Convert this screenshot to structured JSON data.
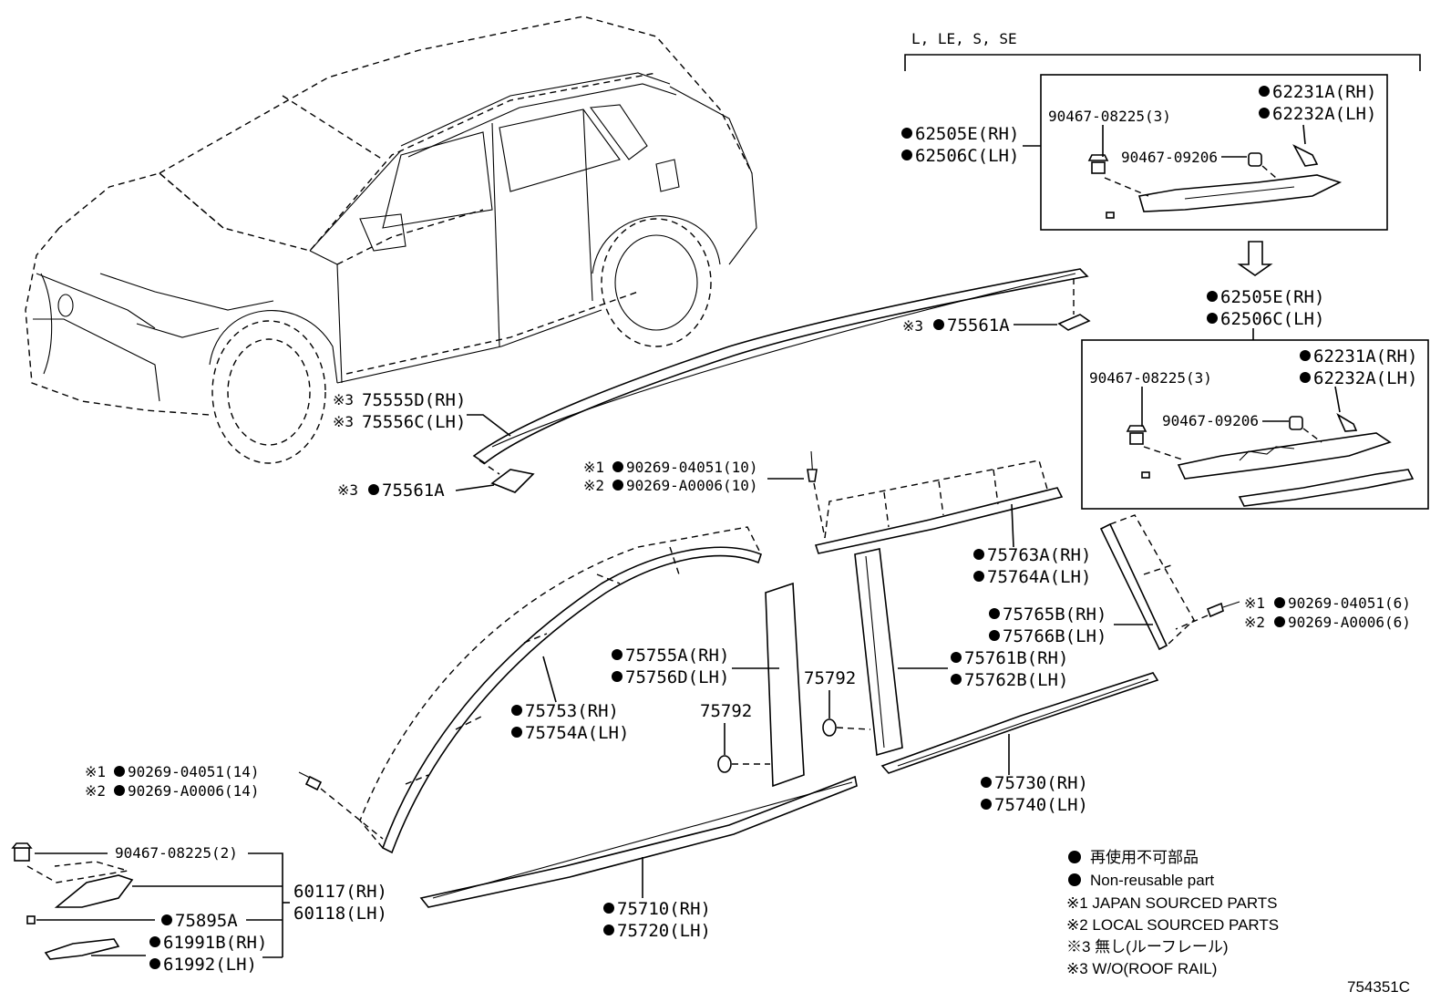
{
  "header_trim": "L, LE, S, SE",
  "upper_box": {
    "bolt": "90467-08225(3)",
    "clip": "90467-09206",
    "cover_rh": "62231A(RH)",
    "cover_lh": "62232A(LH)",
    "molding_rh": "62505E(RH)",
    "molding_lh": "62506C(LH)"
  },
  "lower_box": {
    "molding_rh": "62505E(RH)",
    "molding_lh": "62506C(LH)",
    "cover_rh": "62231A(RH)",
    "cover_lh": "62232A(LH)",
    "bolt": "90467-08225(3)",
    "clip": "90467-09206"
  },
  "roof": {
    "clip_top_note": "※3",
    "clip_top": "75561A",
    "rail_note_rh": "※3",
    "rail_rh": "75555D(RH)",
    "rail_note_lh": "※3",
    "rail_lh": "75556C(LH)",
    "clip_bottom_note": "※3",
    "clip_bottom": "75561A"
  },
  "fasteners": {
    "center_1": "※1",
    "center_1_part": "90269-04051(10)",
    "center_2": "※2",
    "center_2_part": "90269-A0006(10)",
    "right_1": "※1",
    "right_1_part": "90269-04051(6)",
    "right_2": "※2",
    "right_2_part": "90269-A0006(6)",
    "left_1": "※1",
    "left_1_part": "90269-04051(14)",
    "left_2": "※2",
    "left_2_part": "90269-A0006(14)"
  },
  "parts": {
    "p75763": "75763A(RH)",
    "p75764": "75764A(LH)",
    "p75765": "75765B(RH)",
    "p75766": "75766B(LH)",
    "p75755": "75755A(RH)",
    "p75756": "75756D(LH)",
    "p75792a": "75792",
    "p75792b": "75792",
    "p75761": "75761B(RH)",
    "p75762": "75762B(LH)",
    "p75753": "75753(RH)",
    "p75754": "75754A(LH)",
    "p75730": "75730(RH)",
    "p75740": "75740(LH)",
    "p75710": "75710(RH)",
    "p75720": "75720(LH)",
    "bolt_left": "90467-08225(2)",
    "p60117": "60117(RH)",
    "p60118": "60118(LH)",
    "p75895": "75895A",
    "p61991": "61991B(RH)",
    "p61992": "61992(LH)"
  },
  "legend": {
    "jp_nonreusable": "再使用不可部品",
    "nonreusable": "Non-reusable part",
    "note1": "※1 JAPAN SOURCED PARTS",
    "note2": "※2 LOCAL SOURCED PARTS",
    "note3_jp": "※3 無し(ルーフレール)",
    "note3": "※3 W/O(ROOF RAIL)"
  },
  "figure_code": "754351C"
}
